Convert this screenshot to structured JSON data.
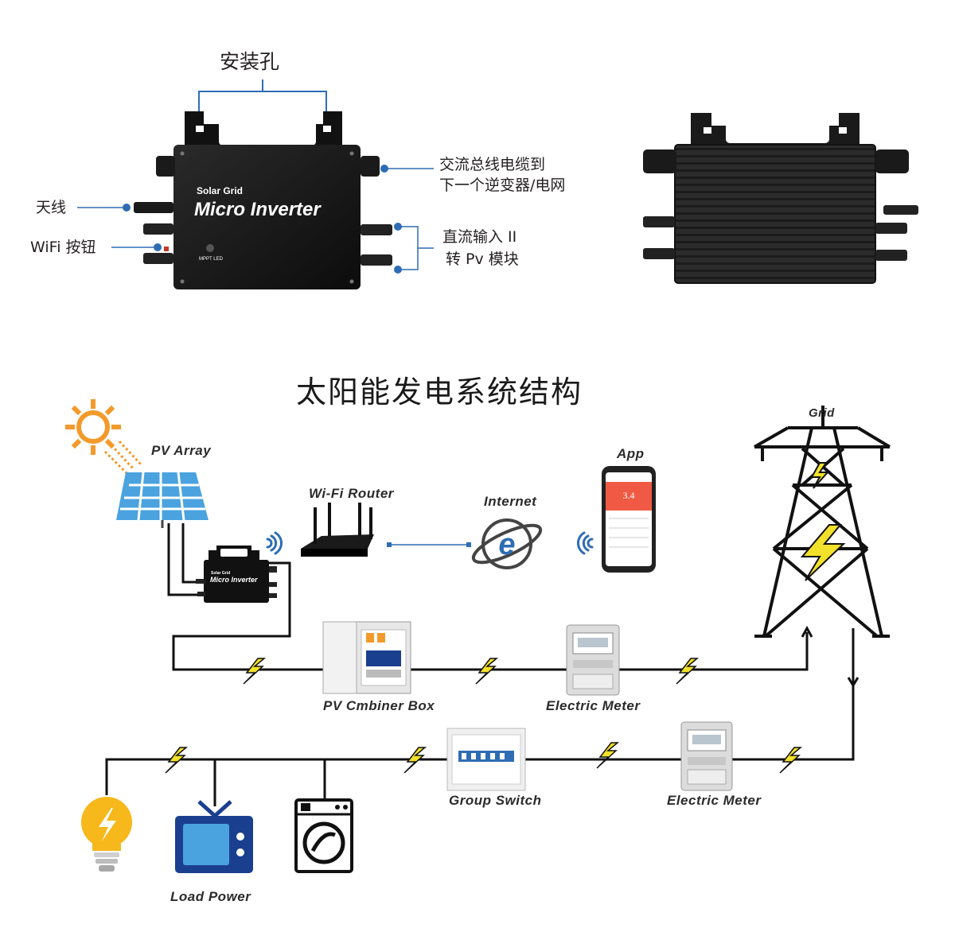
{
  "product": {
    "label_mount_holes": "安装孔",
    "label_antenna": "天线",
    "label_wifi_button": "WiFi 按钮",
    "label_ac_bus_line1": "交流总线电缆到",
    "label_ac_bus_line2": "下一个逆变器/电网",
    "label_dc_input_line1": "直流输入 II",
    "label_dc_input_line2": "转 Pv 模块",
    "inverter_brand": "Solar Grid",
    "inverter_model": "Micro Inverter",
    "inverter_led": "MPPT LED"
  },
  "diagram": {
    "title": "太阳能发电系统结构",
    "pv_array": "PV Array",
    "router": "Wi-Fi Router",
    "internet": "Internet",
    "app": "App",
    "app_value": "3.4",
    "grid": "Grid",
    "combiner": "PV Cmbiner Box",
    "meter_top": "Electric Meter",
    "group_switch": "Group Switch",
    "meter_bottom": "Electric Meter",
    "load": "Load Power",
    "mini_brand": "Solar Grid",
    "mini_model": "Micro Inverter"
  },
  "colors": {
    "accent_blue": "#2e6db4",
    "solar_orange": "#f39a2b",
    "bolt_yellow": "#f2e12a",
    "panel_blue": "#4aa3df",
    "app_red": "#f05a45",
    "device_black": "#141414",
    "line_black": "#111111"
  }
}
